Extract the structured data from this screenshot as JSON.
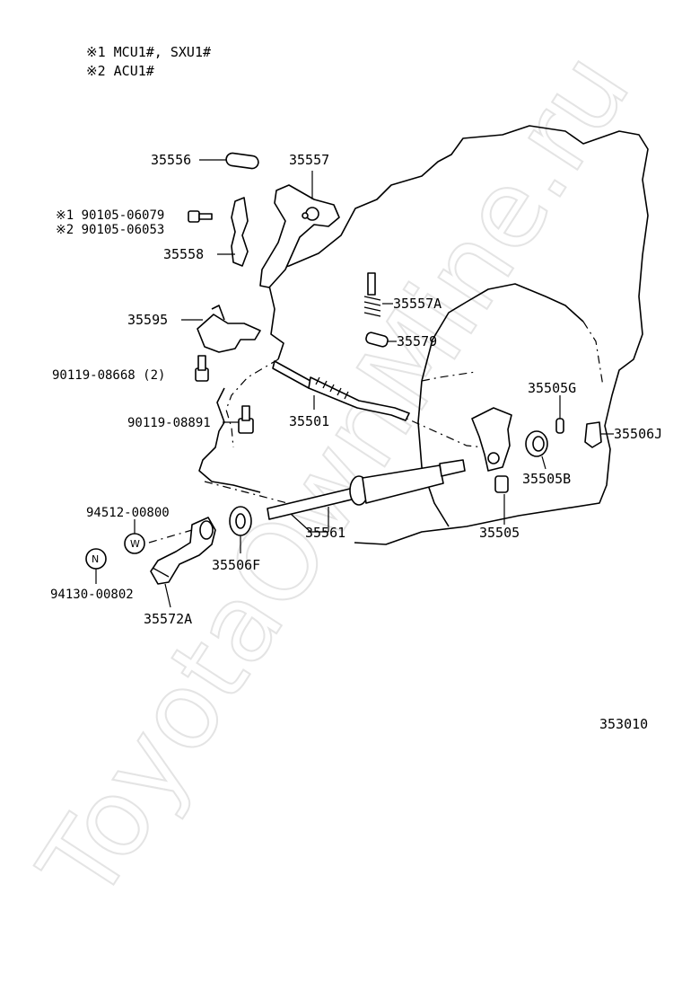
{
  "watermark": "ToyotaOwnMine.ru",
  "notes": {
    "note1": "※1 MCU1#, SXU1#",
    "note2": "※2 ACU1#"
  },
  "labels": {
    "p35556": "35556",
    "p35557": "35557",
    "p90105_06079": "※1 90105-06079",
    "p90105_06053": "※2 90105-06053",
    "p35558": "35558",
    "p35595": "35595",
    "p90119_08668": "90119-08668 (2)",
    "p90119_08891": "90119-08891",
    "p35557A": "35557A",
    "p35579": "35579",
    "p35501": "35501",
    "p35505G": "35505G",
    "p35506J": "35506J",
    "p35505B": "35505B",
    "p94512_00800": "94512-00800",
    "p94130_00802": "94130-00802",
    "p35506F": "35506F",
    "p35561": "35561",
    "p35505": "35505",
    "p35572A": "35572A"
  },
  "symbols": {
    "washer": "W",
    "nut": "N"
  },
  "figure_number": "353010"
}
